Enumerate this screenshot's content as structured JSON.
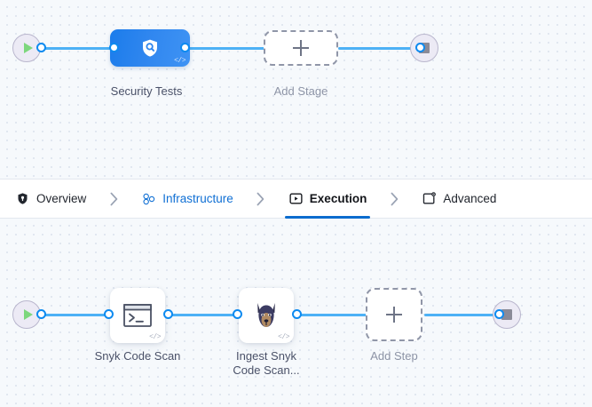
{
  "theme": {
    "canvas_bg": "#f6f9fc",
    "edge_color": "#4db1f5",
    "port_color": "#0d8af0",
    "accent_blue": "#0b6cce",
    "link_blue": "#0f6fd4",
    "stage_gradient_from": "#1b7ceb",
    "stage_gradient_to": "#3f93f4",
    "dashed_border": "#9096a8",
    "label_color": "#4a5168",
    "muted_label_color": "#8d94a6",
    "start_icon_color": "#7dd77d",
    "stop_icon_color": "#8a8a97"
  },
  "stage_canvas": {
    "start_node": {
      "name": "pipeline-start",
      "icon": "play-icon"
    },
    "end_node": {
      "name": "pipeline-end",
      "icon": "stop-icon"
    },
    "nodes": [
      {
        "id": "security-tests",
        "label": "Security Tests",
        "icon": "shield-search-icon",
        "badge": "</>",
        "type": "stage"
      },
      {
        "id": "add-stage",
        "label": "Add Stage",
        "icon": "plus-icon",
        "type": "add"
      }
    ]
  },
  "tabs": {
    "items": [
      {
        "id": "overview",
        "label": "Overview",
        "icon": "shield-icon",
        "state": "default"
      },
      {
        "id": "infrastructure",
        "label": "Infrastructure",
        "icon": "cluster-nodes-icon",
        "state": "link"
      },
      {
        "id": "execution",
        "label": "Execution",
        "icon": "play-box-icon",
        "state": "active"
      },
      {
        "id": "advanced",
        "label": "Advanced",
        "icon": "settings-box-icon",
        "state": "default"
      }
    ],
    "separator": "›"
  },
  "step_canvas": {
    "start_node": {
      "name": "execution-start",
      "icon": "play-icon"
    },
    "end_node": {
      "name": "execution-end",
      "icon": "stop-icon"
    },
    "nodes": [
      {
        "id": "snyk-code-scan",
        "label": "Snyk Code Scan",
        "icon": "terminal-icon",
        "badge": "</>",
        "type": "step"
      },
      {
        "id": "ingest-snyk-code-scan",
        "label_line1": "Ingest Snyk",
        "label_line2": "Code Scan...",
        "icon": "snyk-doberman-icon",
        "badge": "</>",
        "type": "step"
      },
      {
        "id": "add-step",
        "label": "Add Step",
        "icon": "plus-icon",
        "type": "add"
      }
    ]
  }
}
